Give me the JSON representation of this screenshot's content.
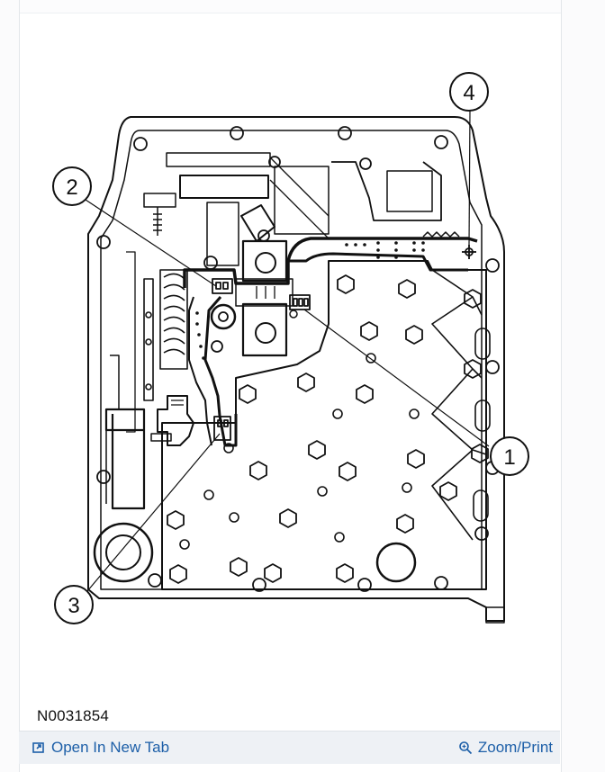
{
  "figure": {
    "callouts": [
      "1",
      "2",
      "3",
      "4"
    ],
    "code": "N0031854"
  },
  "toolbar": {
    "open_tab": {
      "label": "Open In New Tab",
      "icon": "open-in-new-tab-icon"
    },
    "zoom": {
      "label": "Zoom/Print",
      "icon": "magnifier-icon"
    }
  },
  "colors": {
    "link": "#1d5fa8",
    "toolbar_bg": "#eef1f5",
    "line": "#111111"
  }
}
